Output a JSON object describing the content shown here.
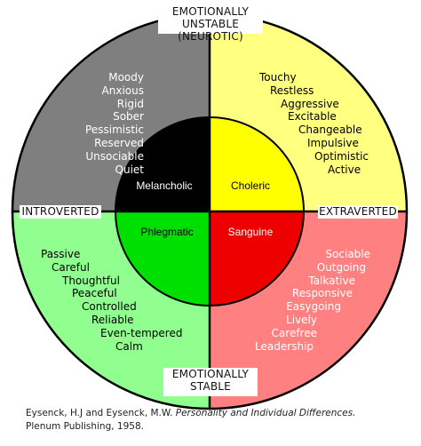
{
  "axes": {
    "top": [
      "EMOTIONALLY",
      "UNSTABLE (NEUROTIC)"
    ],
    "bottom": [
      "EMOTIONALLY",
      "STABLE"
    ],
    "left": "INTROVERTED",
    "right": "EXTRAVERTED"
  },
  "quadrants": {
    "melancholic": {
      "name": "Melancholic",
      "color": "#7f7f7f",
      "inner_color": "#000000",
      "traits": [
        "Moody",
        "Anxious",
        "Rigid",
        "Sober",
        "Pessimistic",
        "Reserved",
        "Unsociable",
        "Quiet"
      ]
    },
    "choleric": {
      "name": "Choleric",
      "color": "#ffff80",
      "inner_color": "#ffff00",
      "traits": [
        "Touchy",
        "Restless",
        "Aggressive",
        "Excitable",
        "Changeable",
        "Impulsive",
        "Optimistic",
        "Active"
      ]
    },
    "phlegmatic": {
      "name": "Phlegmatic",
      "color": "#90ff90",
      "inner_color": "#00e000",
      "traits": [
        "Passive",
        "Careful",
        "Thoughtful",
        "Peaceful",
        "Controlled",
        "Reliable",
        "Even-tempered",
        "Calm"
      ]
    },
    "sanguine": {
      "name": "Sanguine",
      "color": "#ff8080",
      "inner_color": "#ee0000",
      "traits": [
        "Sociable",
        "Outgoing",
        "Talkative",
        "Responsive",
        "Easygoing",
        "Lively",
        "Carefree",
        "Leadership"
      ]
    }
  },
  "credit": {
    "line1_authors": "Eysenck, H.J and Eysenck, M.W.",
    "line1_title": "Personality and Individual Differences.",
    "line2": "Plenum Publishing, 1958."
  }
}
